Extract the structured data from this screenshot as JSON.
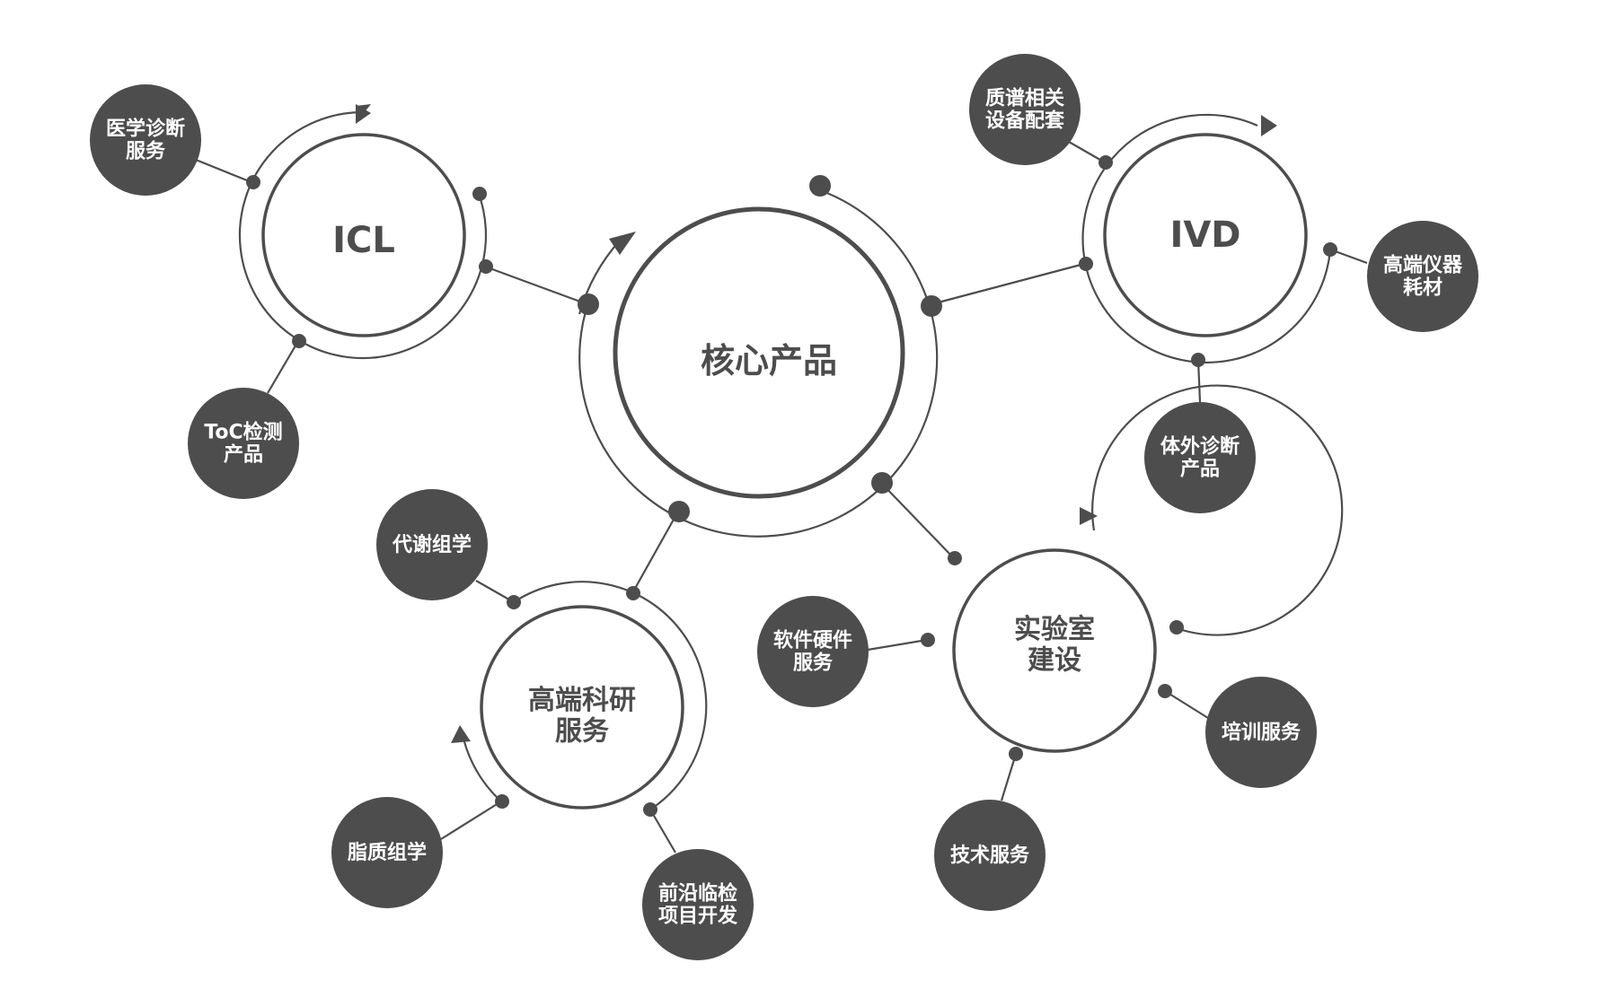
{
  "diagram": {
    "center": {
      "lines": [
        "核心产品"
      ]
    },
    "hubs": [
      {
        "id": "icl",
        "lines": [
          "ICL"
        ],
        "leaves": [
          {
            "lines": [
              "医学诊断",
              "服务"
            ]
          },
          {
            "lines": [
              "ToC检测",
              "产品"
            ]
          }
        ]
      },
      {
        "id": "ivd",
        "lines": [
          "IVD"
        ],
        "leaves": [
          {
            "lines": [
              "质谱相关",
              "设备配套"
            ]
          },
          {
            "lines": [
              "高端仪器",
              "耗材"
            ]
          },
          {
            "lines": [
              "体外诊断",
              "产品"
            ]
          }
        ]
      },
      {
        "id": "research",
        "lines": [
          "高端科研",
          "服务"
        ],
        "leaves": [
          {
            "lines": [
              "代谢组学"
            ]
          },
          {
            "lines": [
              "脂质组学"
            ]
          },
          {
            "lines": [
              "前沿临检",
              "项目开发"
            ]
          }
        ]
      },
      {
        "id": "lab",
        "lines": [
          "实验室",
          "建设"
        ],
        "leaves": [
          {
            "lines": [
              "软件硬件",
              "服务"
            ]
          },
          {
            "lines": [
              "培训服务"
            ]
          },
          {
            "lines": [
              "技术服务"
            ]
          }
        ]
      }
    ]
  },
  "colors": {
    "stroke": "#4d4d4d",
    "leaf_fill": "#4d4d4d",
    "leaf_text": "#ffffff",
    "hub_text": "#4d4d4d",
    "background": "#ffffff"
  }
}
